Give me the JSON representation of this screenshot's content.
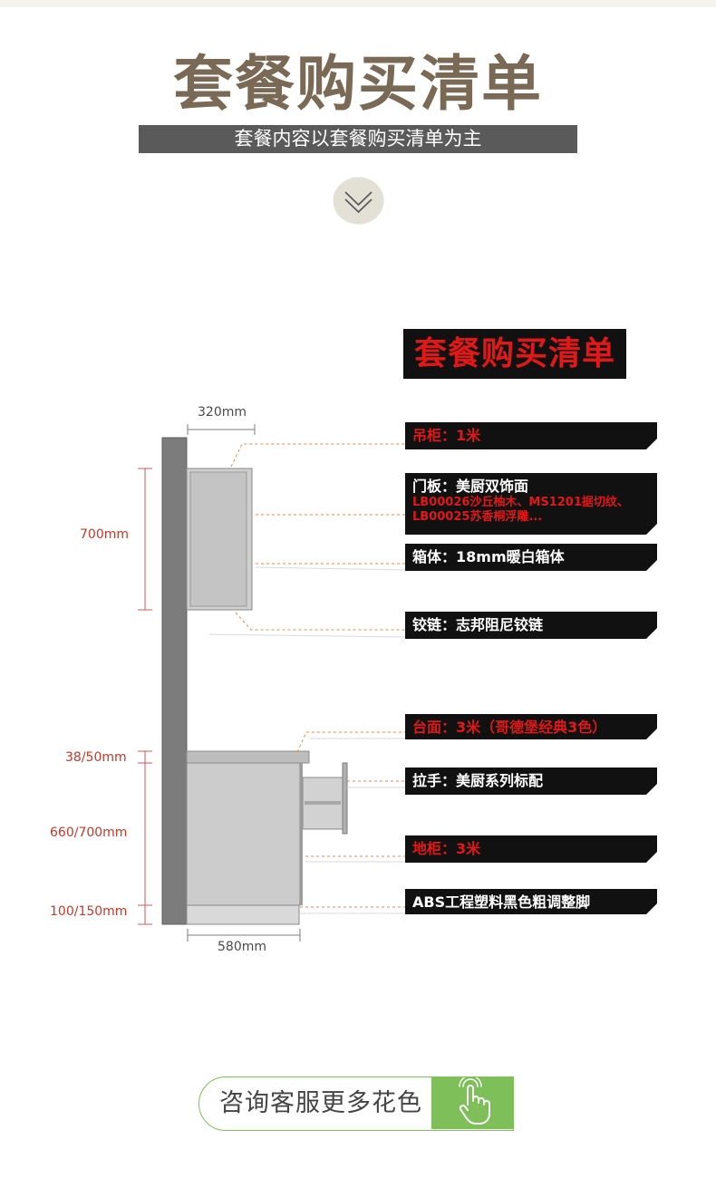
{
  "header": {
    "title": "套餐购买清单",
    "subtitle": "套餐内容以套餐购买清单为主"
  },
  "list_heading": "套餐购买清单",
  "dimensions": {
    "top_width": "320mm",
    "wall_height": "700mm",
    "counter_thickness": "38/50mm",
    "base_height": "660/700mm",
    "leg_height": "100/150mm",
    "base_depth": "580mm"
  },
  "labels": {
    "wall_cabinet": "吊柜：1米",
    "door_title": "门板：美厨双饰面",
    "door_detail_1": "LB00026沙丘柚木、MS1201据切纹、",
    "door_detail_2": "LB00025苏香桐浮雕...",
    "carcass": "箱体：18mm暖白箱体",
    "hinge": "铰链：志邦阻尼铰链",
    "countertop": "台面：3米（哥德堡经典3色）",
    "handle": "拉手：美厨系列标配",
    "base_cabinet": "地柜：3米",
    "feet": "ABS工程塑料黑色粗调整脚"
  },
  "cta": {
    "label": "咨询客服更多花色",
    "icon": "hand-pointer-icon"
  },
  "colors": {
    "accent_green": "#7fbf59",
    "label_red": "#e01818",
    "dimension_red": "#c0392b"
  }
}
